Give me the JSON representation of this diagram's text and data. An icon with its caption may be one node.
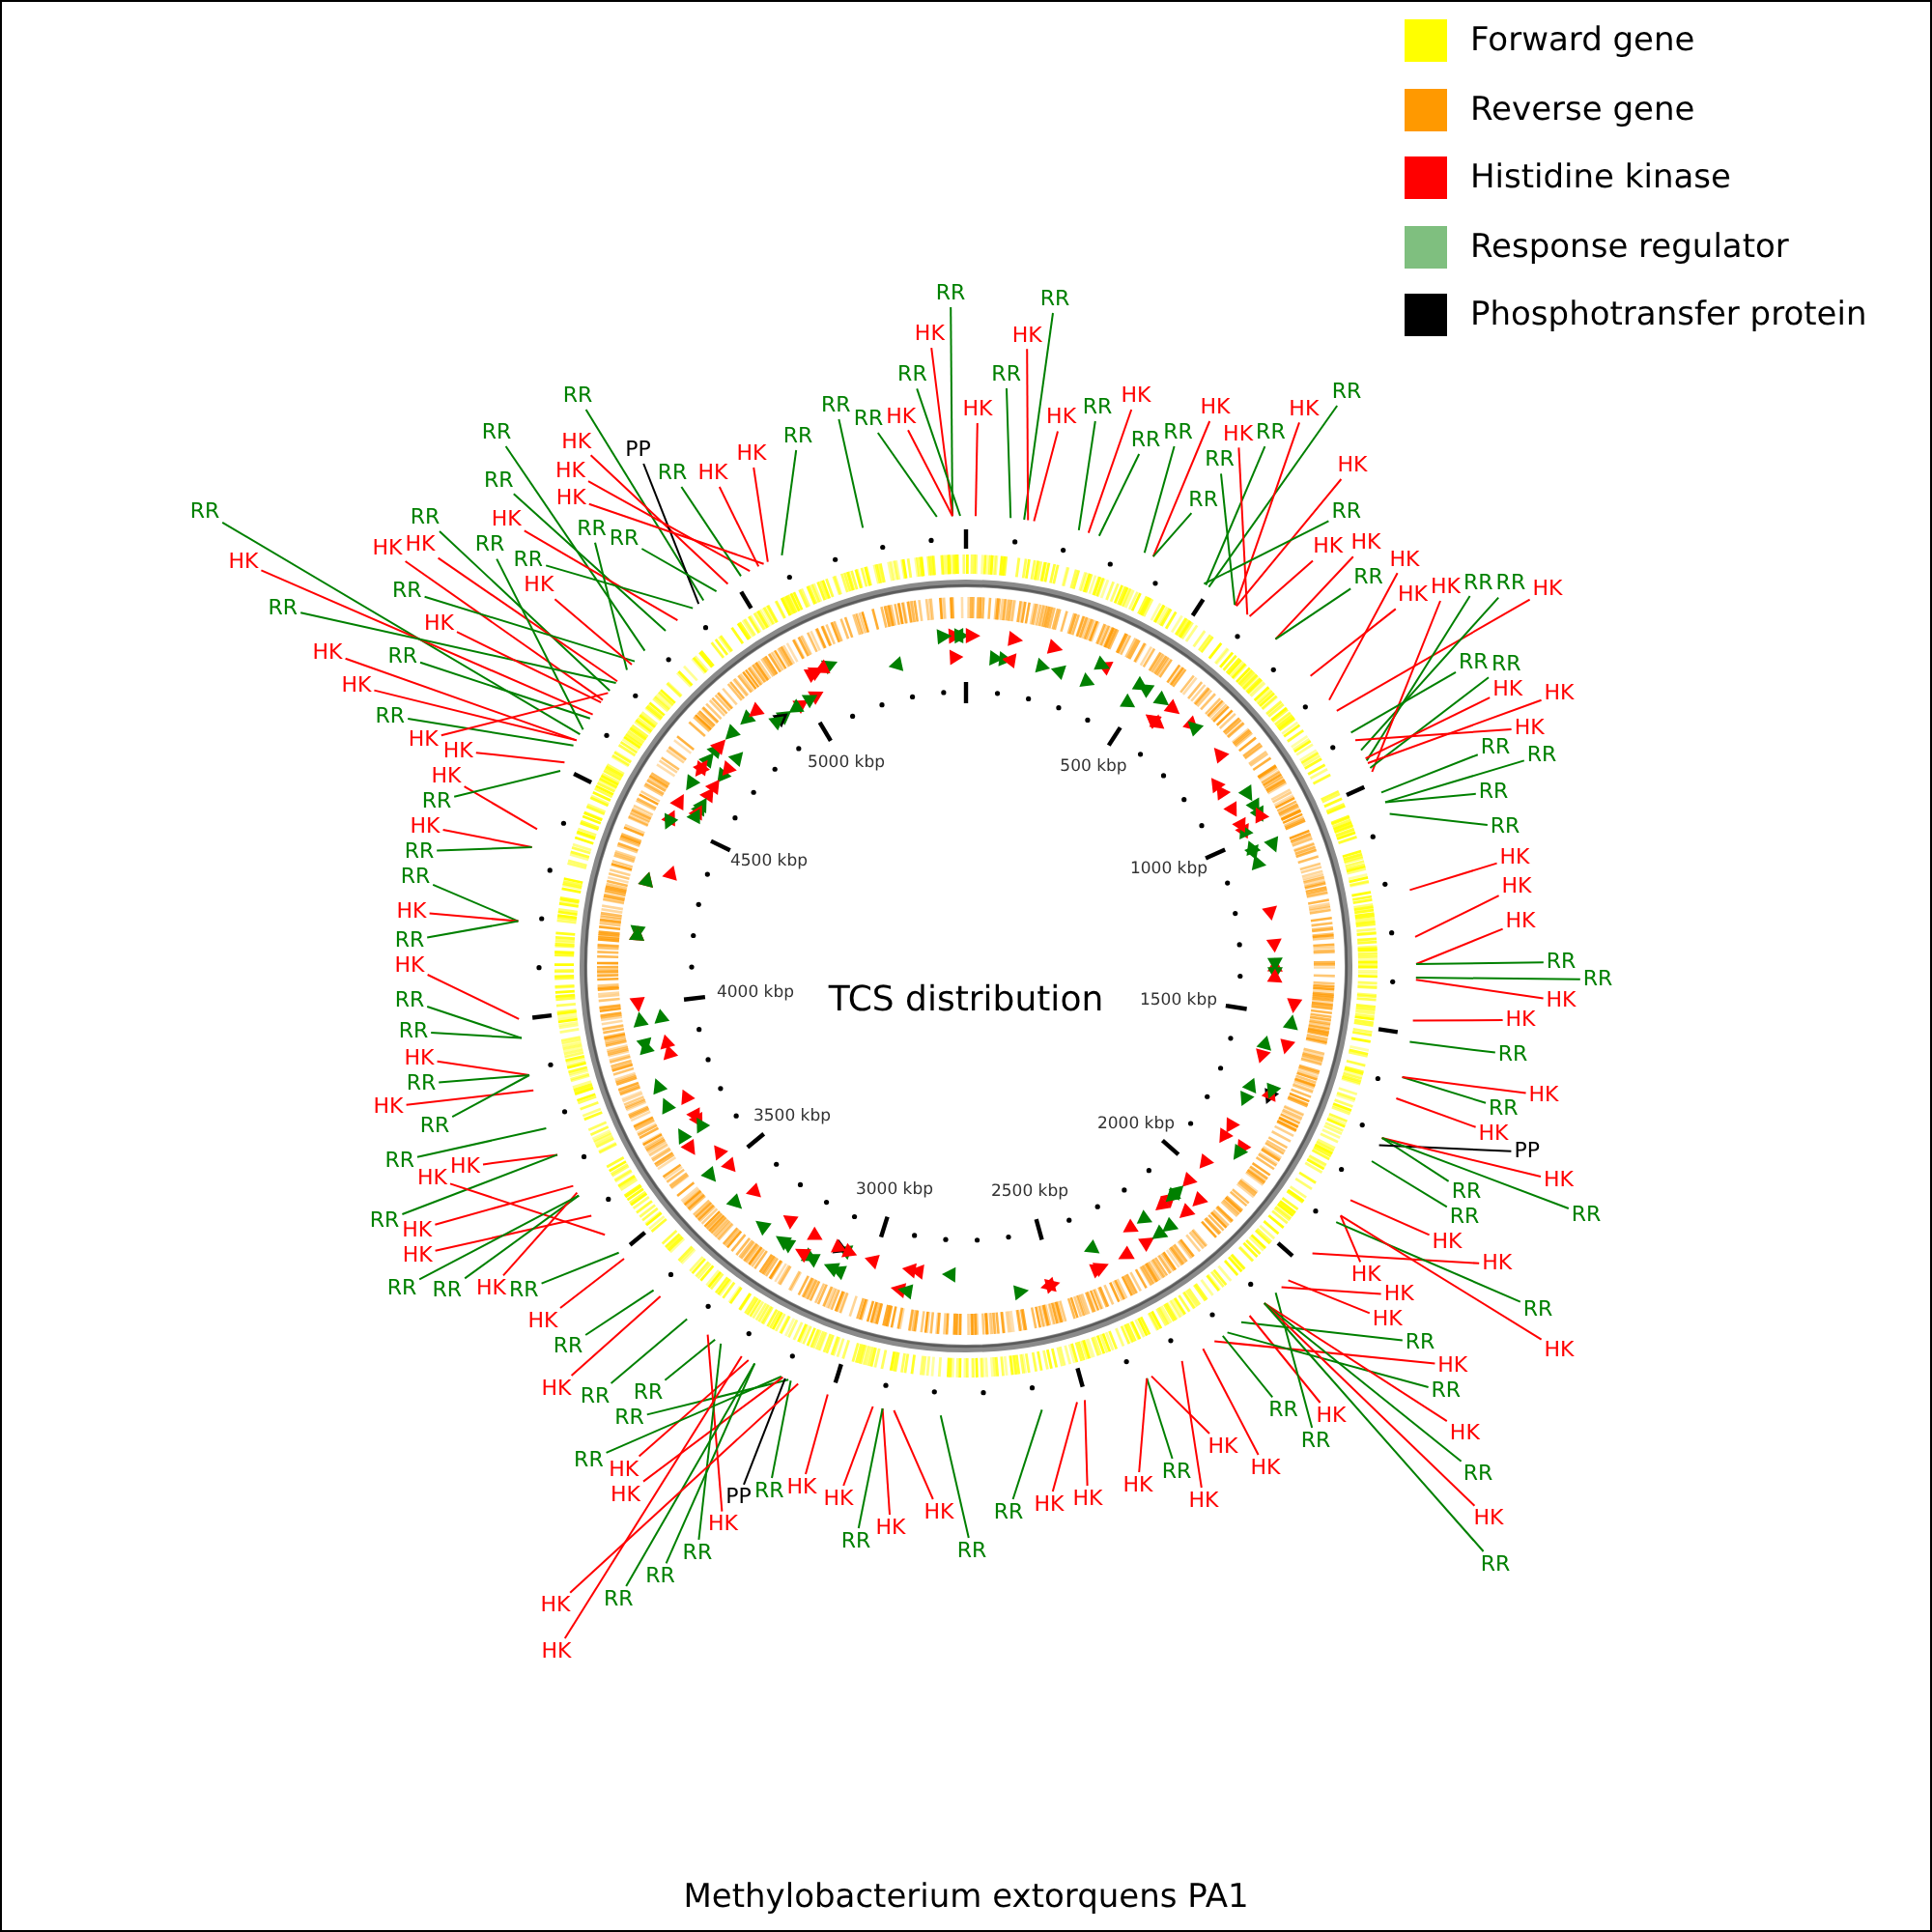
{
  "diagram": {
    "title": "TCS distribution",
    "caption": "Methylobacterium extorquens PA1",
    "nodes": [
      {
        "text": [
          "RR"
        ]
      },
      {
        "text": [
          "RR"
        ]
      },
      {
        "text": [
          "HK"
        ]
      },
      {
        "text": [
          "HK"
        ]
      },
      {
        "text": [
          "RR"
        ]
      },
      {
        "text": [
          "RR"
        ]
      },
      {
        "text": [
          "RR"
        ]
      },
      {
        "text": [
          "RR"
        ]
      },
      {
        "text": [
          "HK"
        ]
      },
      {
        "text": [
          "RR"
        ]
      },
      {
        "text": [
          "HK"
        ]
      },
      {
        "text": [
          "RR"
        ]
      },
      {
        "text": [
          "HK"
        ]
      },
      {
        "text": [
          "HK"
        ]
      },
      {
        "text": [
          "HK"
        ]
      },
      {
        "text": [
          "HK"
        ]
      },
      {
        "text": [
          "RR"
        ]
      },
      {
        "text": [
          "HK"
        ]
      },
      {
        "text": [
          "RR"
        ]
      },
      {
        "text": [
          "RR"
        ]
      },
      {
        "text": [
          "RR"
        ]
      },
      {
        "text": [
          "RR"
        ]
      },
      {
        "text": [
          "RR"
        ]
      },
      {
        "text": [
          "PP"
        ]
      },
      {
        "text": [
          "HK"
        ]
      },
      {
        "text": [
          "HK"
        ]
      },
      {
        "text": [
          "RR"
        ]
      },
      {
        "text": [
          "HK"
        ]
      },
      {
        "text": [
          "RR"
        ]
      },
      {
        "text": [
          "HK"
        ]
      },
      {
        "text": [
          "RR"
        ]
      },
      {
        "text": [
          "RR"
        ]
      },
      {
        "text": [
          "HK"
        ]
      },
      {
        "text": [
          "RR"
        ]
      },
      {
        "text": [
          "HK"
        ]
      },
      {
        "text": [
          "RR"
        ]
      },
      {
        "text": [
          "HK"
        ]
      },
      {
        "text": [
          "RR"
        ]
      },
      {
        "text": [
          "RR"
        ]
      },
      {
        "text": [
          "RR"
        ]
      },
      {
        "text": [
          "HK"
        ]
      },
      {
        "text": [
          "HK"
        ]
      },
      {
        "text": [
          "HK"
        ]
      },
      {
        "text": [
          "RR"
        ]
      },
      {
        "text": [
          "HK"
        ]
      },
      {
        "text": [
          "HK"
        ]
      },
      {
        "text": [
          "RR"
        ]
      },
      {
        "text": [
          "RR"
        ]
      },
      {
        "text": [
          "RR"
        ]
      },
      {
        "text": [
          "RR"
        ]
      },
      {
        "text": [
          "HK"
        ]
      },
      {
        "text": [
          "HK"
        ]
      },
      {
        "text": [
          "RR"
        ]
      },
      {
        "text": [
          "HK"
        ]
      },
      {
        "text": [
          "HK"
        ]
      },
      {
        "text": [
          "HK"
        ]
      },
      {
        "text": [
          "RR"
        ]
      },
      {
        "text": [
          "HK"
        ]
      },
      {
        "text": [
          "HK"
        ]
      },
      {
        "text": [
          "HK"
        ]
      },
      {
        "text": [
          "RR"
        ]
      },
      {
        "text": [
          "RR"
        ]
      },
      {
        "text": [
          "RR"
        ]
      },
      {
        "text": [
          "RR"
        ]
      },
      {
        "text": [
          "HK"
        ]
      },
      {
        "text": [
          "HK"
        ]
      },
      {
        "text": [
          "HK"
        ]
      },
      {
        "text": [
          "HK"
        ]
      },
      {
        "text": [
          "HK"
        ]
      },
      {
        "text": [
          "RR"
        ]
      },
      {
        "text": [
          "RR"
        ]
      },
      {
        "text": [
          "HK"
        ]
      },
      {
        "text": [
          "RR"
        ]
      },
      {
        "text": [
          "RR"
        ]
      },
      {
        "text": [
          "HK"
        ]
      },
      {
        "text": [
          "RR"
        ]
      },
      {
        "text": [
          "RR"
        ]
      },
      {
        "text": [
          "HK"
        ]
      },
      {
        "text": [
          "RR"
        ]
      },
      {
        "text": [
          "HK"
        ]
      },
      {
        "text": [
          "HK"
        ]
      },
      {
        "text": [
          "HK"
        ]
      },
      {
        "text": [
          "RR"
        ]
      },
      {
        "text": [
          "RR"
        ]
      },
      {
        "text": [
          "HK"
        ]
      },
      {
        "text": [
          "RR"
        ]
      },
      {
        "text": [
          "RR"
        ]
      },
      {
        "text": [
          "HK"
        ]
      },
      {
        "text": [
          "HK"
        ]
      },
      {
        "text": [
          "RR"
        ]
      },
      {
        "text": [
          "RR"
        ]
      },
      {
        "text": [
          "HK"
        ]
      },
      {
        "text": [
          "RR"
        ]
      },
      {
        "text": [
          "RR"
        ]
      },
      {
        "text": [
          "HK"
        ]
      },
      {
        "text": [
          "HK"
        ]
      },
      {
        "text": [
          "RR"
        ]
      },
      {
        "text": [
          "HK"
        ]
      },
      {
        "text": [
          "RR"
        ]
      },
      {
        "text": [
          "RR"
        ]
      },
      {
        "text": [
          "PP"
        ]
      },
      {
        "text": [
          "HK"
        ]
      },
      {
        "text": [
          "HK"
        ]
      },
      {
        "text": [
          "RR"
        ]
      },
      {
        "text": [
          "RR"
        ]
      },
      {
        "text": [
          "HK"
        ]
      },
      {
        "text": [
          "RR"
        ]
      },
      {
        "text": [
          "HK"
        ]
      },
      {
        "text": [
          "HK"
        ]
      },
      {
        "text": [
          "HK"
        ]
      },
      {
        "text": [
          "RR"
        ]
      },
      {
        "text": [
          "HK"
        ]
      },
      {
        "text": [
          "HK"
        ]
      },
      {
        "text": [
          "RR"
        ]
      },
      {
        "text": [
          "RR"
        ]
      },
      {
        "text": [
          "HK"
        ]
      },
      {
        "text": [
          "HK"
        ]
      },
      {
        "text": [
          "HK"
        ]
      },
      {
        "text": [
          "RR"
        ]
      },
      {
        "text": [
          "HK"
        ]
      },
      {
        "text": [
          "RR"
        ]
      },
      {
        "text": [
          "HK"
        ]
      },
      {
        "text": [
          "RR"
        ]
      },
      {
        "text": [
          "HK"
        ]
      },
      {
        "text": [
          "RR"
        ]
      },
      {
        "text": [
          "HK"
        ]
      },
      {
        "text": [
          "HK"
        ]
      },
      {
        "text": [
          "RR"
        ]
      },
      {
        "text": [
          "RR"
        ]
      },
      {
        "text": [
          "RR"
        ]
      },
      {
        "text": [
          "RR"
        ]
      },
      {
        "text": [
          "RR"
        ]
      },
      {
        "text": [
          "HK"
        ]
      },
      {
        "text": [
          "HK"
        ]
      },
      {
        "text": [
          "HK"
        ]
      },
      {
        "text": [
          "HK"
        ]
      },
      {
        "text": [
          "RR"
        ]
      },
      {
        "text": [
          "RR"
        ]
      },
      {
        "text": [
          "HK"
        ]
      },
      {
        "text": [
          "HK"
        ]
      },
      {
        "text": [
          "RR"
        ]
      },
      {
        "text": [
          "PP"
        ]
      },
      {
        "text": [
          "HK"
        ]
      },
      {
        "text": [
          "HK"
        ]
      },
      {
        "text": [
          "HK"
        ]
      },
      {
        "text": [
          "RR"
        ]
      },
      {
        "text": [
          "HK"
        ]
      },
      {
        "text": [
          "HK"
        ]
      },
      {
        "text": [
          "HK"
        ]
      },
      {
        "text": [
          "HK"
        ]
      },
      {
        "text": [
          "RR"
        ]
      },
      {
        "text": [
          "HK"
        ]
      },
      {
        "text": [
          "RR"
        ]
      },
      {
        "text": [
          "HK"
        ]
      },
      {
        "text": [
          "RR"
        ]
      },
      {
        "text": [
          "RR"
        ]
      },
      {
        "text": [
          "RR"
        ]
      },
      {
        "text": [
          "RR"
        ]
      },
      {
        "text": [
          "RR"
        ]
      },
      {
        "text": [
          "HK"
        ]
      },
      {
        "text": [
          "HK"
        ]
      }
    ],
    "edges": [
      {
        "from": 0,
        "to": null,
        "arrow": "none",
        "color": "#008000"
      },
      {
        "from": 1,
        "to": null,
        "arrow": "none",
        "color": "#008000"
      },
      {
        "from": 2,
        "to": null,
        "arrow": "none"
      },
      {
        "from": 3,
        "to": null,
        "arrow": "none"
      },
      {
        "from": 4,
        "to": null,
        "arrow": "none",
        "color": "#008000"
      },
      {
        "from": 5,
        "to": null,
        "arrow": "none",
        "color": "#008000"
      },
      {
        "from": 6,
        "to": null,
        "arrow": "none",
        "color": "#008000"
      },
      {
        "from": 7,
        "to": null,
        "arrow": "none",
        "color": "#008000"
      },
      {
        "from": 8,
        "to": null,
        "arrow": "none"
      },
      {
        "from": 9,
        "to": null,
        "arrow": "none",
        "color": "#008000"
      },
      {
        "from": 10,
        "to": null,
        "arrow": "none"
      },
      {
        "from": 11,
        "to": null,
        "arrow": "none",
        "color": "#008000"
      },
      {
        "from": 12,
        "to": null,
        "arrow": "none"
      },
      {
        "from": 13,
        "to": null,
        "arrow": "none"
      },
      {
        "from": 14,
        "to": null,
        "arrow": "none"
      },
      {
        "from": 15,
        "to": null,
        "arrow": "none"
      },
      {
        "from": 16,
        "to": null,
        "arrow": "none",
        "color": "#008000"
      },
      {
        "from": 17,
        "to": null,
        "arrow": "none"
      },
      {
        "from": 18,
        "to": null,
        "arrow": "none",
        "color": "#008000"
      },
      {
        "from": 19,
        "to": null,
        "arrow": "none",
        "color": "#008000"
      },
      {
        "from": 20,
        "to": null,
        "arrow": "none",
        "color": "#008000"
      },
      {
        "from": 21,
        "to": null,
        "arrow": "none",
        "color": "#008000"
      },
      {
        "from": 22,
        "to": null,
        "arrow": "none",
        "color": "#008000"
      },
      {
        "from": 23,
        "to": null,
        "arrow": "none",
        "color": "#000000"
      },
      {
        "from": 24,
        "to": null,
        "arrow": "none"
      },
      {
        "from": 25,
        "to": null,
        "arrow": "none"
      },
      {
        "from": 26,
        "to": null,
        "arrow": "none",
        "color": "#008000"
      },
      {
        "from": 27,
        "to": null,
        "arrow": "none"
      },
      {
        "from": 28,
        "to": null,
        "arrow": "none",
        "color": "#008000"
      },
      {
        "from": 29,
        "to": null,
        "arrow": "none"
      },
      {
        "from": 30,
        "to": null,
        "arrow": "none",
        "color": "#008000"
      },
      {
        "from": 31,
        "to": null,
        "arrow": "none",
        "color": "#008000"
      },
      {
        "from": 32,
        "to": null,
        "arrow": "none"
      },
      {
        "from": 33,
        "to": null,
        "arrow": "none",
        "color": "#008000"
      },
      {
        "from": 34,
        "to": null,
        "arrow": "none"
      },
      {
        "from": 35,
        "to": null,
        "arrow": "none",
        "color": "#008000"
      },
      {
        "from": 36,
        "to": null,
        "arrow": "none"
      },
      {
        "from": 37,
        "to": null,
        "arrow": "none",
        "color": "#008000"
      },
      {
        "from": 38,
        "to": null,
        "arrow": "none",
        "color": "#008000"
      },
      {
        "from": 39,
        "to": null,
        "arrow": "none",
        "color": "#008000"
      },
      {
        "from": 40,
        "to": null,
        "arrow": "none"
      },
      {
        "from": 41,
        "to": null,
        "arrow": "none"
      },
      {
        "from": 42,
        "to": null,
        "arrow": "none"
      },
      {
        "from": 43,
        "to": null,
        "arrow": "none",
        "color": "#008000"
      },
      {
        "from": 44,
        "to": null,
        "arrow": "none"
      },
      {
        "from": 45,
        "to": null,
        "arrow": "none"
      },
      {
        "from": 46,
        "to": null,
        "arrow": "none",
        "color": "#008000"
      },
      {
        "from": 47,
        "to": null,
        "arrow": "none",
        "color": "#008000"
      },
      {
        "from": 48,
        "to": null,
        "arrow": "none",
        "color": "#008000"
      },
      {
        "from": 49,
        "to": null,
        "arrow": "none",
        "color": "#008000"
      },
      {
        "from": 50,
        "to": null,
        "arrow": "none"
      },
      {
        "from": 51,
        "to": null,
        "arrow": "none"
      },
      {
        "from": 52,
        "to": null,
        "arrow": "none",
        "color": "#008000"
      },
      {
        "from": 53,
        "to": null,
        "arrow": "none"
      },
      {
        "from": 54,
        "to": null,
        "arrow": "none"
      },
      {
        "from": 55,
        "to": null,
        "arrow": "none"
      },
      {
        "from": 56,
        "to": null,
        "arrow": "none",
        "color": "#008000"
      },
      {
        "from": 57,
        "to": null,
        "arrow": "none"
      },
      {
        "from": 58,
        "to": null,
        "arrow": "none"
      },
      {
        "from": 59,
        "to": null,
        "arrow": "none"
      },
      {
        "from": 60,
        "to": null,
        "arrow": "none",
        "color": "#008000"
      },
      {
        "from": 61,
        "to": null,
        "arrow": "none",
        "color": "#008000"
      },
      {
        "from": 62,
        "to": null,
        "arrow": "none",
        "color": "#008000"
      },
      {
        "from": 63,
        "to": null,
        "arrow": "none",
        "color": "#008000"
      },
      {
        "from": 64,
        "to": null,
        "arrow": "none"
      },
      {
        "from": 65,
        "to": null,
        "arrow": "none"
      },
      {
        "from": 66,
        "to": null,
        "arrow": "none"
      },
      {
        "from": 67,
        "to": null,
        "arrow": "none"
      },
      {
        "from": 68,
        "to": null,
        "arrow": "none"
      },
      {
        "from": 69,
        "to": null,
        "arrow": "none",
        "color": "#008000"
      },
      {
        "from": 70,
        "to": null,
        "arrow": "none",
        "color": "#008000"
      },
      {
        "from": 71,
        "to": null,
        "arrow": "none"
      },
      {
        "from": 72,
        "to": null,
        "arrow": "none",
        "color": "#008000"
      },
      {
        "from": 73,
        "to": null,
        "arrow": "none",
        "color": "#008000"
      },
      {
        "from": 74,
        "to": null,
        "arrow": "none"
      },
      {
        "from": 75,
        "to": null,
        "arrow": "none",
        "color": "#008000"
      },
      {
        "from": 76,
        "to": null,
        "arrow": "none",
        "color": "#008000"
      },
      {
        "from": 77,
        "to": null,
        "arrow": "none"
      },
      {
        "from": 78,
        "to": null,
        "arrow": "none",
        "color": "#008000"
      },
      {
        "from": 79,
        "to": null,
        "arrow": "none"
      },
      {
        "from": 80,
        "to": null,
        "arrow": "none"
      },
      {
        "from": 81,
        "to": null,
        "arrow": "none"
      },
      {
        "from": 82,
        "to": null,
        "arrow": "none",
        "color": "#008000"
      },
      {
        "from": 83,
        "to": null,
        "arrow": "none",
        "color": "#008000"
      },
      {
        "from": 84,
        "to": null,
        "arrow": "none"
      },
      {
        "from": 85,
        "to": null,
        "arrow": "none",
        "color": "#008000"
      },
      {
        "from": 86,
        "to": null,
        "arrow": "none",
        "color": "#008000"
      },
      {
        "from": 87,
        "to": null,
        "arrow": "none"
      },
      {
        "from": 88,
        "to": null,
        "arrow": "none"
      },
      {
        "from": 89,
        "to": null,
        "arrow": "none",
        "color": "#008000"
      },
      {
        "from": 90,
        "to": null,
        "arrow": "none",
        "color": "#008000"
      },
      {
        "from": 91,
        "to": null,
        "arrow": "none"
      },
      {
        "from": 92,
        "to": null,
        "arrow": "none",
        "color": "#008000"
      },
      {
        "from": 93,
        "to": null,
        "arrow": "none",
        "color": "#008000"
      },
      {
        "from": 94,
        "to": null,
        "arrow": "none"
      },
      {
        "from": 95,
        "to": null,
        "arrow": "none"
      },
      {
        "from": 96,
        "to": null,
        "arrow": "none",
        "color": "#008000"
      },
      {
        "from": 97,
        "to": null,
        "arrow": "none"
      },
      {
        "from": 98,
        "to": null,
        "arrow": "none",
        "color": "#008000"
      },
      {
        "from": 99,
        "to": null,
        "arrow": "none",
        "color": "#008000"
      },
      {
        "from": 100,
        "to": null,
        "arrow": "none",
        "color": "#000000"
      },
      {
        "from": 101,
        "to": null,
        "arrow": "none"
      },
      {
        "from": 102,
        "to": null,
        "arrow": "none"
      },
      {
        "from": 103,
        "to": null,
        "arrow": "none",
        "color": "#008000"
      },
      {
        "from": 104,
        "to": null,
        "arrow": "none",
        "color": "#008000"
      },
      {
        "from": 105,
        "to": null,
        "arrow": "none"
      },
      {
        "from": 106,
        "to": null,
        "arrow": "none",
        "color": "#008000"
      },
      {
        "from": 107,
        "to": null,
        "arrow": "none"
      },
      {
        "from": 108,
        "to": null,
        "arrow": "none"
      },
      {
        "from": 109,
        "to": null,
        "arrow": "none"
      },
      {
        "from": 110,
        "to": null,
        "arrow": "none",
        "color": "#008000"
      },
      {
        "from": 111,
        "to": null,
        "arrow": "none"
      },
      {
        "from": 112,
        "to": null,
        "arrow": "none"
      },
      {
        "from": 113,
        "to": null,
        "arrow": "none",
        "color": "#008000"
      },
      {
        "from": 114,
        "to": null,
        "arrow": "none",
        "color": "#008000"
      },
      {
        "from": 115,
        "to": null,
        "arrow": "none"
      },
      {
        "from": 116,
        "to": null,
        "arrow": "none"
      },
      {
        "from": 117,
        "to": null,
        "arrow": "none"
      },
      {
        "from": 118,
        "to": null,
        "arrow": "none",
        "color": "#008000"
      },
      {
        "from": 119,
        "to": null,
        "arrow": "none"
      },
      {
        "from": 120,
        "to": null,
        "arrow": "none",
        "color": "#008000"
      },
      {
        "from": 121,
        "to": null,
        "arrow": "none"
      },
      {
        "from": 122,
        "to": null,
        "arrow": "none",
        "color": "#008000"
      },
      {
        "from": 123,
        "to": null,
        "arrow": "none"
      },
      {
        "from": 124,
        "to": null,
        "arrow": "none",
        "color": "#008000"
      },
      {
        "from": 125,
        "to": null,
        "arrow": "none"
      },
      {
        "from": 126,
        "to": null,
        "arrow": "none"
      },
      {
        "from": 127,
        "to": null,
        "arrow": "none",
        "color": "#008000"
      },
      {
        "from": 128,
        "to": null,
        "arrow": "none",
        "color": "#008000"
      },
      {
        "from": 129,
        "to": null,
        "arrow": "none",
        "color": "#008000"
      },
      {
        "from": 130,
        "to": null,
        "arrow": "none",
        "color": "#008000"
      },
      {
        "from": 131,
        "to": null,
        "arrow": "none",
        "color": "#008000"
      },
      {
        "from": 132,
        "to": null,
        "arrow": "none"
      },
      {
        "from": 133,
        "to": null,
        "arrow": "none"
      },
      {
        "from": 134,
        "to": null,
        "arrow": "none"
      },
      {
        "from": 135,
        "to": null,
        "arrow": "none"
      },
      {
        "from": 136,
        "to": null,
        "arrow": "none",
        "color": "#008000"
      },
      {
        "from": 137,
        "to": null,
        "arrow": "none",
        "color": "#008000"
      },
      {
        "from": 138,
        "to": null,
        "arrow": "none"
      },
      {
        "from": 139,
        "to": null,
        "arrow": "none"
      },
      {
        "from": 140,
        "to": null,
        "arrow": "none",
        "color": "#008000"
      },
      {
        "from": 141,
        "to": null,
        "arrow": "none",
        "color": "#000000"
      },
      {
        "from": 142,
        "to": null,
        "arrow": "none"
      },
      {
        "from": 143,
        "to": null,
        "arrow": "none"
      },
      {
        "from": 144,
        "to": null,
        "arrow": "none"
      },
      {
        "from": 145,
        "to": null,
        "arrow": "none",
        "color": "#008000"
      },
      {
        "from": 146,
        "to": null,
        "arrow": "none"
      },
      {
        "from": 147,
        "to": null,
        "arrow": "none"
      },
      {
        "from": 148,
        "to": null,
        "arrow": "none"
      },
      {
        "from": 149,
        "to": null,
        "arrow": "none"
      },
      {
        "from": 150,
        "to": null,
        "arrow": "none",
        "color": "#008000"
      },
      {
        "from": 151,
        "to": null,
        "arrow": "none"
      },
      {
        "from": 152,
        "to": null,
        "arrow": "none",
        "color": "#008000"
      },
      {
        "from": 153,
        "to": null,
        "arrow": "none"
      },
      {
        "from": 154,
        "to": null,
        "arrow": "none",
        "color": "#008000"
      },
      {
        "from": 155,
        "to": null,
        "arrow": "none",
        "color": "#008000"
      },
      {
        "from": 156,
        "to": null,
        "arrow": "none",
        "color": "#008000"
      },
      {
        "from": 157,
        "to": null,
        "arrow": "none",
        "color": "#008000"
      },
      {
        "from": 158,
        "to": null,
        "arrow": "none",
        "color": "#008000"
      },
      {
        "from": 159,
        "to": null,
        "arrow": "none"
      },
      {
        "from": 160,
        "to": null,
        "arrow": "none"
      }
    ],
    "labels": [
      "5000 kbp",
      "500 kbp",
      "4500 kbp",
      "1000 kbp",
      "4000 kbp",
      "1500 kbp",
      "3500 kbp",
      "2000 kbp",
      "3000 kbp",
      "2500 kbp"
    ],
    "legend": [
      {
        "text": "Forward gene",
        "color": "#ffff00"
      },
      {
        "text": "Reverse gene",
        "color": "#ff9900"
      },
      {
        "text": "Histidine kinase",
        "color": "#ff0000"
      },
      {
        "text": "Response regulator",
        "color": "#7fbf7f"
      },
      {
        "text": "Phosphotransfer protein",
        "color": "#000000"
      }
    ]
  }
}
